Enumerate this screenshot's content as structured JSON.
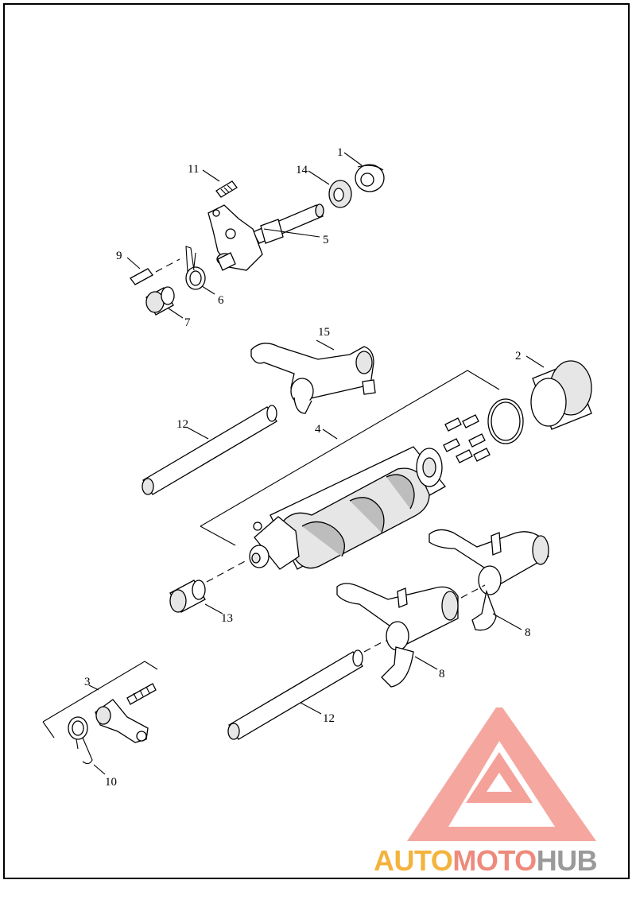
{
  "callouts": {
    "c1": "1",
    "c2": "2",
    "c3": "3",
    "c4": "4",
    "c5": "5",
    "c6": "6",
    "c7": "7",
    "c8a": "8",
    "c8b": "8",
    "c9": "9",
    "c10": "10",
    "c11": "11",
    "c12a": "12",
    "c12b": "12",
    "c13": "13",
    "c14": "14",
    "c15": "15"
  },
  "watermark": {
    "part1": "AUTO",
    "part2": "MOTO",
    "part3": "HUB",
    "colors": {
      "auto": "#f3b33d",
      "moto": "#ee8a7c",
      "hub": "#9a9a9a",
      "triangle": "#f4a199"
    }
  }
}
